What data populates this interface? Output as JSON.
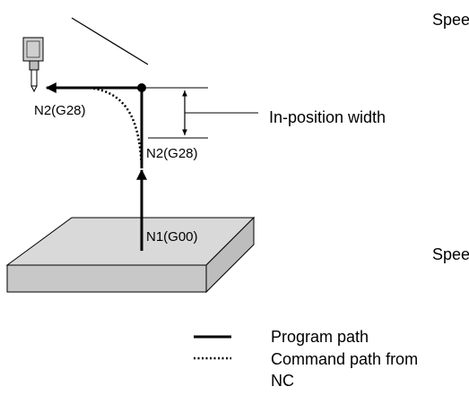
{
  "labels": {
    "speed_top": "Spee",
    "speed_bottom": "Spee",
    "in_position_width": "In-position width",
    "n2_g28_horizontal": "N2(G28)",
    "n2_g28_vertical": "N2(G28)",
    "n1_g00": "N1(G00)"
  },
  "legend": {
    "program_path": "Program path",
    "command_path_line1": "Command path from",
    "command_path_line2": "NC"
  },
  "colors": {
    "ink": "#000000",
    "workpiece_top": "#d9d9d9",
    "workpiece_side": "#c8c8c8",
    "tool_body": "#cfcfcf"
  },
  "icons": {
    "tool": "machine-tool-icon",
    "workpiece": "workpiece-block"
  }
}
